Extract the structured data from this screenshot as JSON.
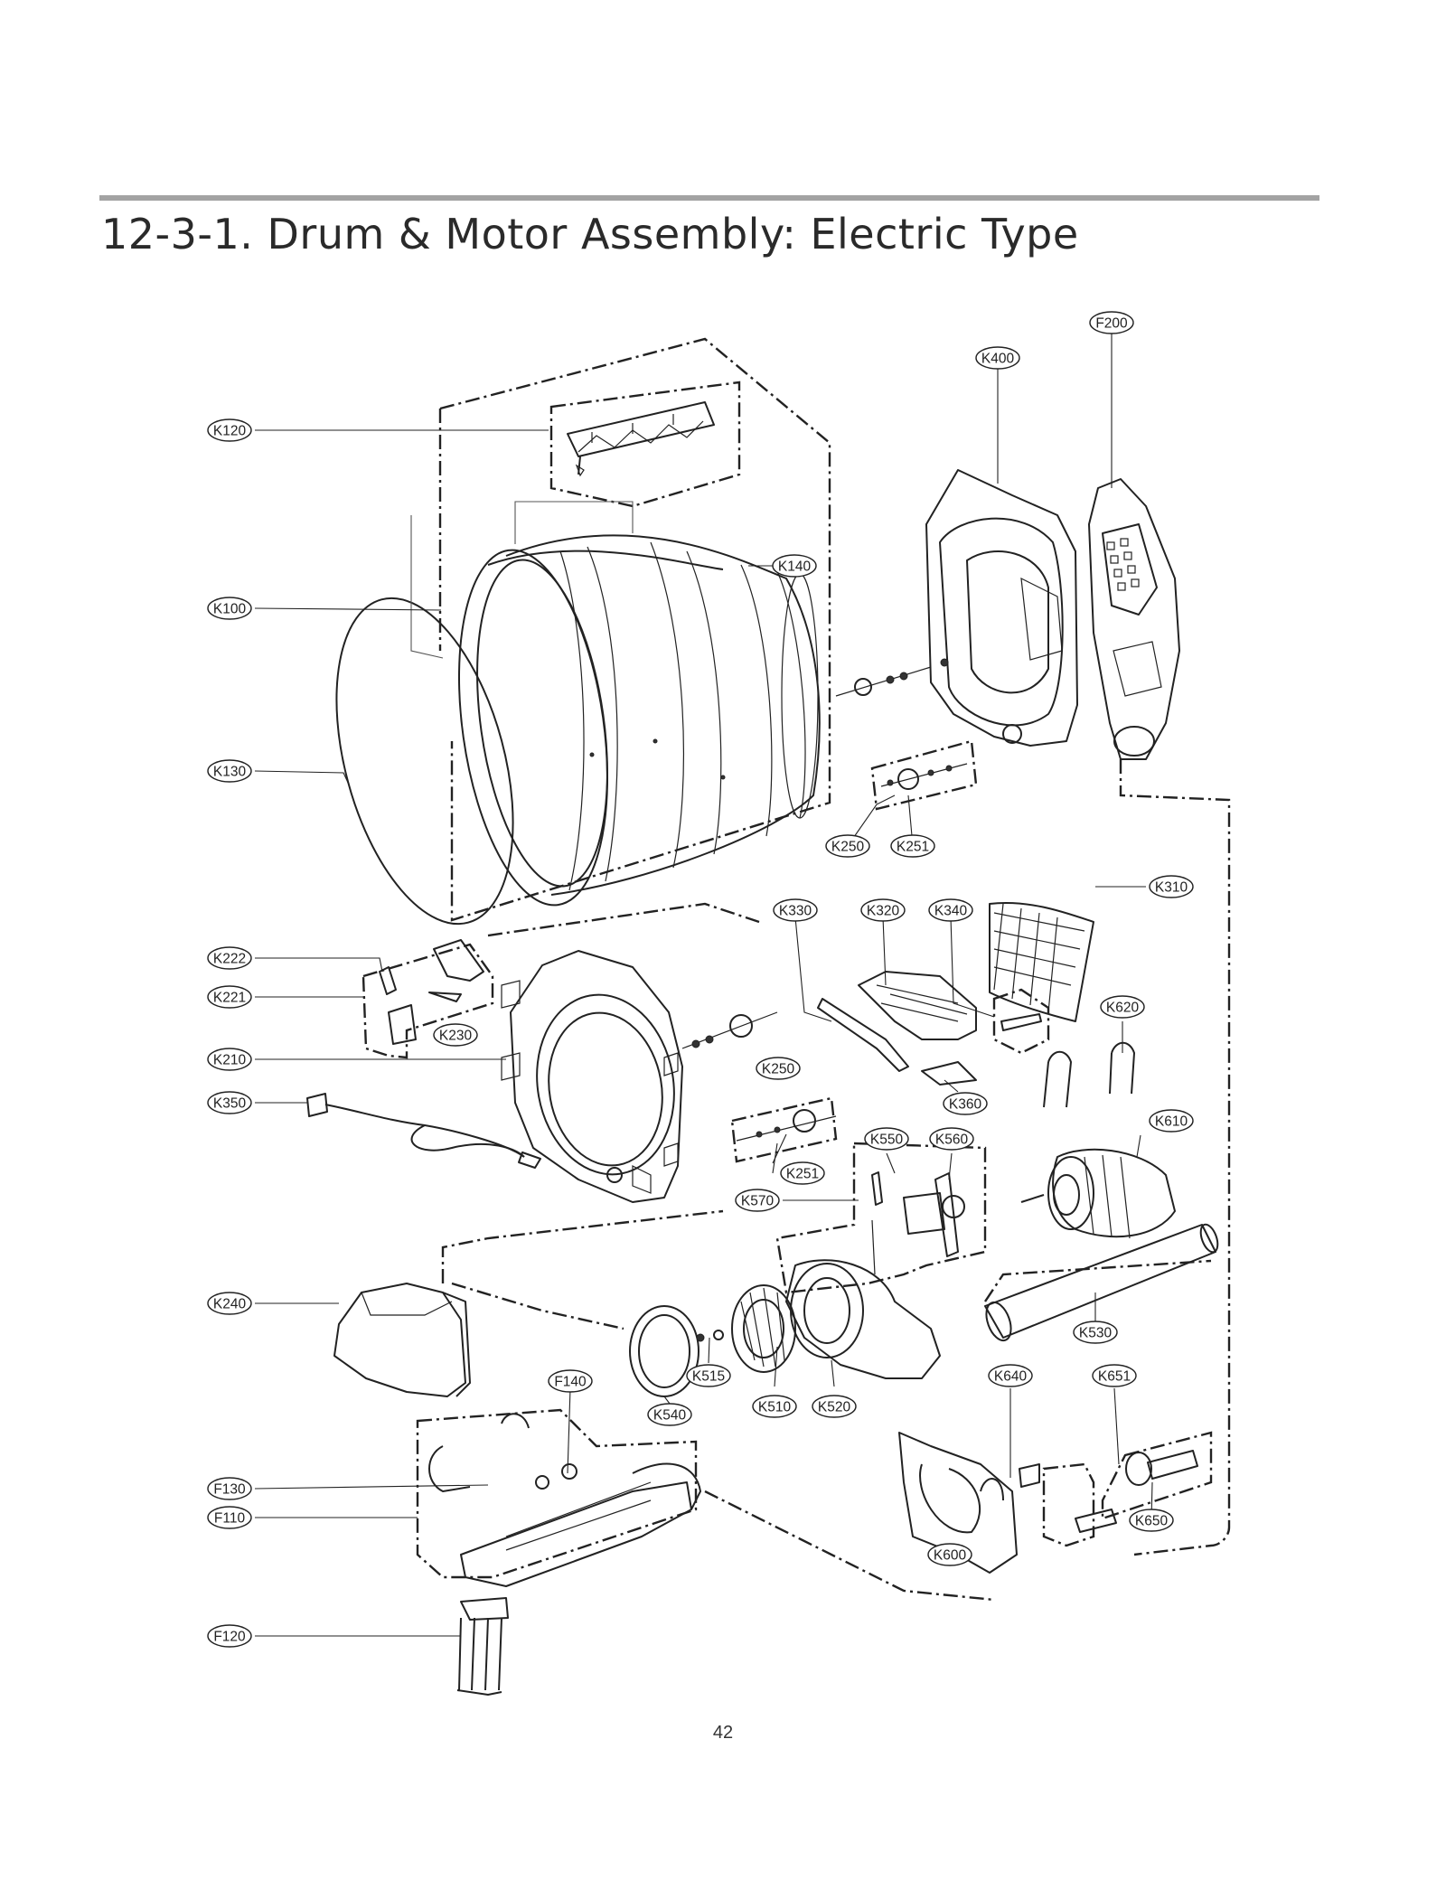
{
  "page": {
    "title": "12-3-1. Drum & Motor Assembly: Electric Type",
    "page_number": "42"
  },
  "callouts": [
    "F200",
    "K400",
    "K120",
    "K140",
    "K100",
    "K130",
    "K250",
    "K251",
    "K310",
    "K330",
    "K320",
    "K340",
    "K222",
    "K221",
    "K230",
    "K620",
    "K210",
    "K250",
    "K360",
    "K350",
    "K610",
    "K550",
    "K560",
    "K251",
    "K570",
    "K240",
    "K530",
    "K515",
    "F140",
    "K640",
    "K651",
    "K540",
    "K510",
    "K520",
    "F130",
    "F110",
    "K650",
    "K600",
    "F120"
  ],
  "colors": {
    "line": "#222222",
    "rule": "#a3a3a3"
  }
}
